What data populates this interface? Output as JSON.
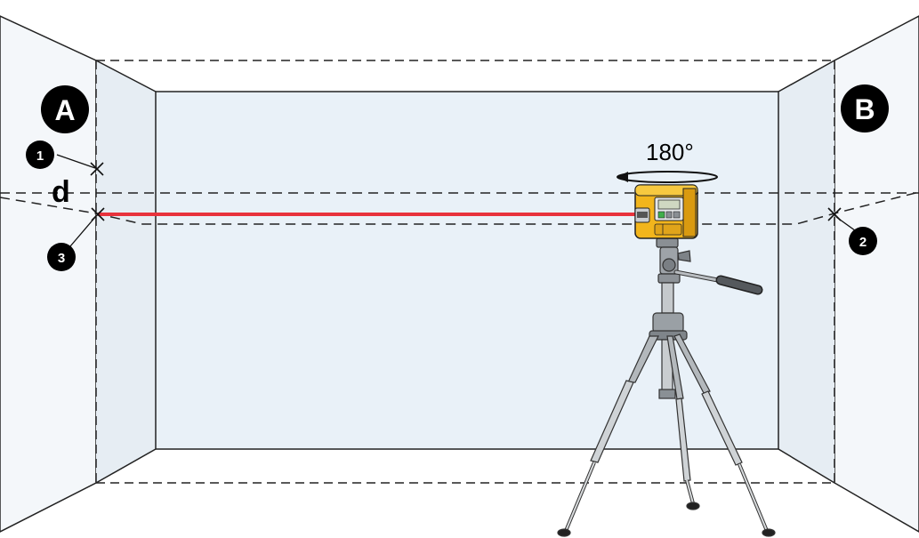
{
  "labels": {
    "wall_a": "A",
    "wall_b": "B",
    "mark_1": "1",
    "mark_2": "2",
    "mark_3": "3",
    "offset_d": "d",
    "rotation": "180°"
  },
  "colors": {
    "laser_beam": "#e8323c",
    "laser_body": "#f2b51c",
    "wall_fill": "#eef3f8",
    "back_wall_fill": "#e9f1f8",
    "line": "#1a1a1a"
  },
  "icons": {
    "rotation_arrow": "rotate-arrow-icon",
    "mark": "cross-mark-icon"
  }
}
